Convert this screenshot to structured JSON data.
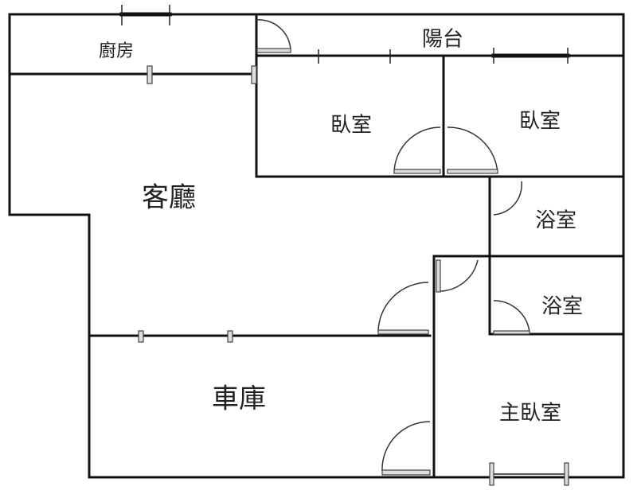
{
  "rooms": {
    "kitchen": "廚房",
    "balcony": "陽台",
    "bedroom_1": "臥室",
    "bedroom_2": "臥室",
    "living_room": "客廳",
    "bathroom_1": "浴室",
    "bathroom_2": "浴室",
    "garage": "車庫",
    "master_bedroom": "主臥室"
  }
}
